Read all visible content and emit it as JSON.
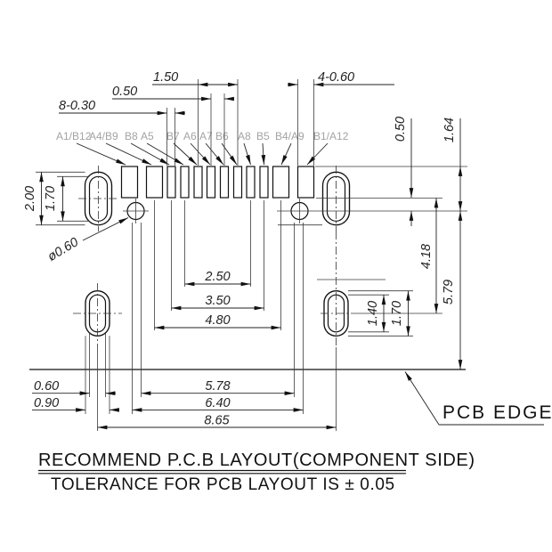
{
  "drawing": {
    "title_line1": "RECOMMEND P.C.B LAYOUT(COMPONENT SIDE)",
    "title_line2": "TOLERANCE FOR PCB LAYOUT IS ± 0.05",
    "pcb_edge_label": "PCB EDGE"
  },
  "pins": [
    "A1/B12",
    "A4/B9",
    "B8",
    "A5",
    "B7",
    "A6",
    "A7",
    "B6",
    "A8",
    "B5",
    "B4/A9",
    "B1/A12"
  ],
  "dims": {
    "pad_pitch": "0.50",
    "center_group_span": "1.50",
    "narrow_pad_width": "8-0.30",
    "wide_pad_width": "4-0.60",
    "hole_diameter": "ø0.60",
    "upper_slot_pad_height": "2.00",
    "upper_slot_drill_height": "1.70",
    "span_inner_pads": "2.50",
    "span_narrow_pads": "3.50",
    "span_wide_pads": "4.80",
    "pad_bottom_to_hole": "0.50",
    "pad_top_to_hole": "1.64",
    "hole_to_lower_slot": "4.18",
    "hole_to_pcb_edge": "5.79",
    "lower_slot_drill_height": "1.40",
    "lower_slot_pad_height": "1.70",
    "lower_slot_drill_width": "0.60",
    "lower_slot_pad_width": "0.90",
    "span_hole_inner": "5.78",
    "span_hole_outer": "6.40",
    "span_slot_centers": "8.65"
  },
  "colors": {
    "line": "#111111",
    "pin_label": "#a3a3a3"
  }
}
